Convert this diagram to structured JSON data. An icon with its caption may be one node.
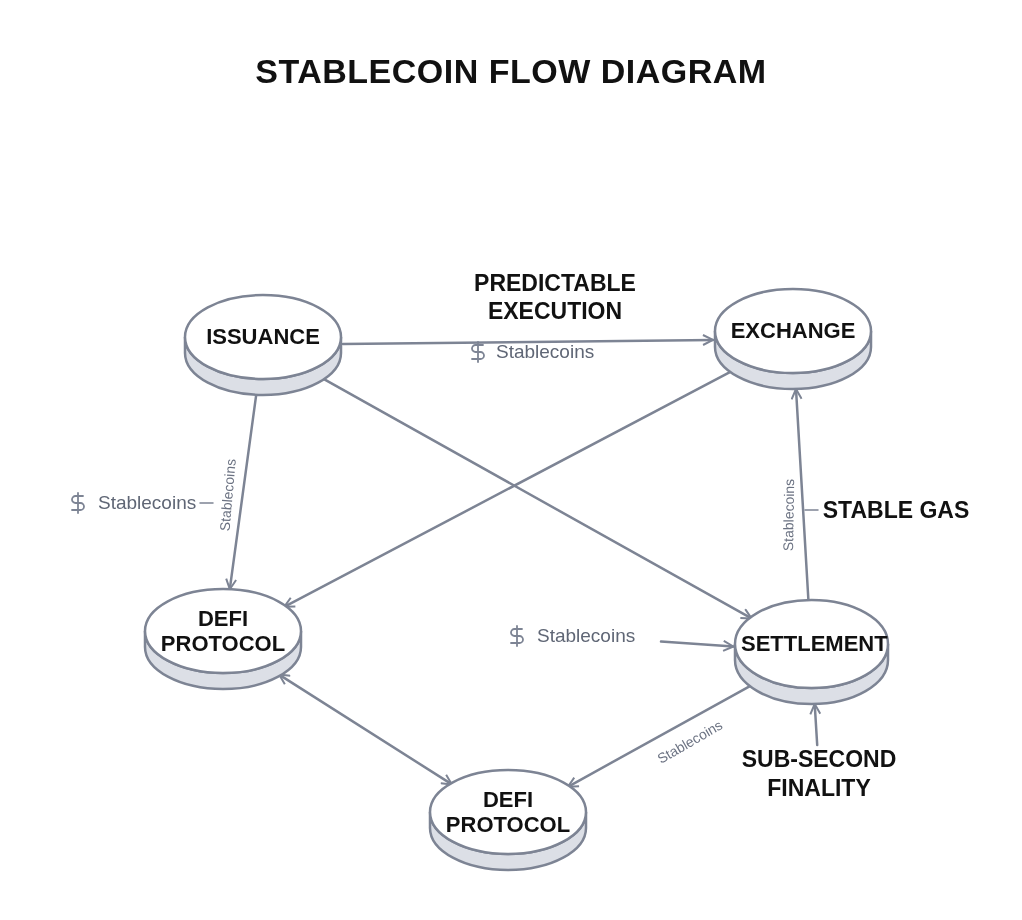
{
  "diagram": {
    "title": "STABLECOIN FLOW DIAGRAM",
    "nodes": [
      {
        "text": [
          "ISSUANCE"
        ]
      },
      {
        "text": [
          "EXCHANGE"
        ]
      },
      {
        "text": [
          "Stablecoins"
        ]
      },
      {
        "text": [
          "STABLE GAS"
        ]
      },
      {
        "text": [
          "DEFI PROTOCOL"
        ]
      },
      {
        "text": [
          "Stablecoins"
        ]
      },
      {
        "text": [
          "SETTLEMENT"
        ]
      },
      {
        "text": [
          "SUB-SECOND FINALITY"
        ]
      },
      {
        "text": [
          "DEFI PROTOCOL"
        ]
      }
    ],
    "edges": [
      {
        "from": 0,
        "to": 1,
        "arrow": "to",
        "label": "PREDICTABLE EXECUTION"
      },
      {
        "from": 0,
        "to": 4,
        "arrow": "to",
        "label": "Stablecoins"
      },
      {
        "from": 0,
        "to": 6,
        "arrow": "to"
      },
      {
        "from": 1,
        "to": 4,
        "arrow": "to"
      },
      {
        "from": 6,
        "to": 1,
        "arrow": "to",
        "label": "Stablecoins"
      },
      {
        "from": 4,
        "to": 8,
        "arrow": "both"
      },
      {
        "from": 6,
        "to": 8,
        "arrow": "to",
        "label": "Stablecoins"
      },
      {
        "from": 5,
        "to": 6,
        "arrow": "to"
      },
      {
        "from": 7,
        "to": 6,
        "arrow": "to"
      },
      {
        "from": 2,
        "to": null,
        "arrow": "none"
      },
      {
        "from": 3,
        "to": null,
        "arrow": "none"
      }
    ],
    "labels": [
      "Stablecoins"
    ]
  }
}
